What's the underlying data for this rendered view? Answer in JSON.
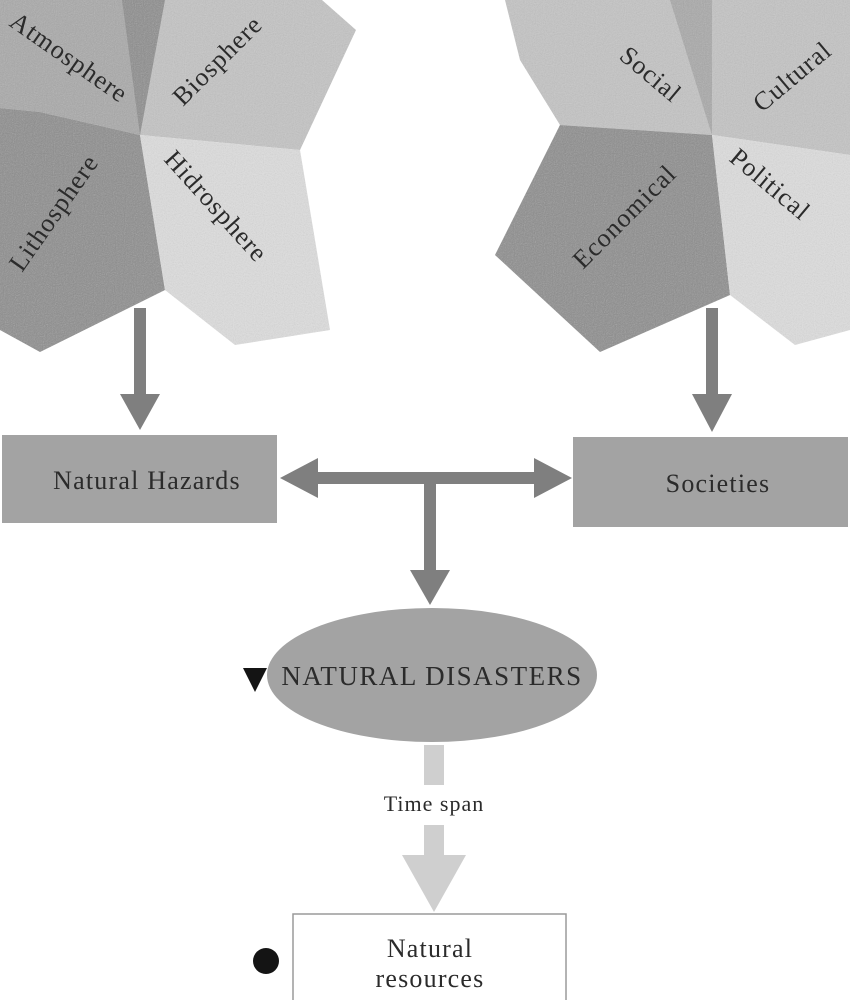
{
  "colors": {
    "petal_dark": "#8c8c8c",
    "petal_mid": "#a9a9a9",
    "petal_light": "#c4c4c4",
    "petal_pale": "#dedede",
    "box_fill": "#a3a3a3",
    "arrow": "#7f7f7f",
    "arrow_light": "#cfcfcf",
    "ellipse_fill": "#a3a3a3",
    "text": "#2b2b2b"
  },
  "physical_petals": {
    "atmosphere": "Atmosphere",
    "biosphere": "Biosphere",
    "lithosphere": "Lithosphere",
    "hidrosphere": "Hidrosphere"
  },
  "social_petals": {
    "social": "Social",
    "cultural": "Cultural",
    "economical": "Economical",
    "political": "Political"
  },
  "boxes": {
    "natural_hazards": "Natural Hazards",
    "societies": "Societies"
  },
  "disasters": {
    "label": "NATURAL DISASTERS"
  },
  "time_span": {
    "label": "Time span"
  },
  "resources": {
    "line1": "Natural",
    "line2": "resources"
  },
  "icons": {
    "marker_triangle": "triangle-down-icon",
    "marker_circle": "circle-icon"
  }
}
